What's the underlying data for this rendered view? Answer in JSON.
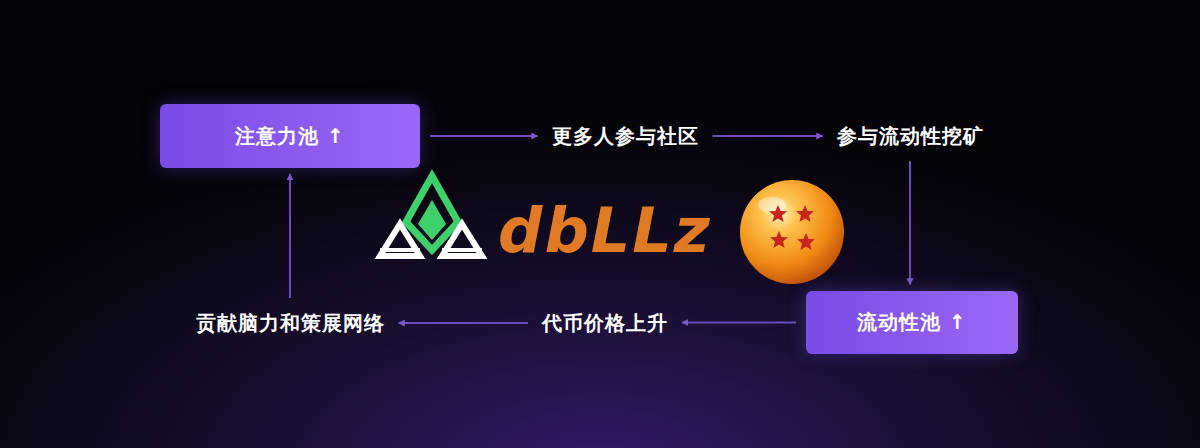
{
  "diagram": {
    "nodes": [
      {
        "text": [
          "注意力池 ↑"
        ]
      },
      {
        "text": [
          "更多人参与社区"
        ]
      },
      {
        "text": [
          "参与流动性挖矿"
        ]
      },
      {
        "text": [
          "流动性池 ↑"
        ]
      },
      {
        "text": [
          "代币价格上升"
        ]
      },
      {
        "text": [
          "贡献脑力和策展网络"
        ]
      }
    ],
    "edges": [
      {
        "from": 0,
        "to": 1,
        "arrow": "to"
      },
      {
        "from": 1,
        "to": 2,
        "arrow": "to"
      },
      {
        "from": 2,
        "to": 3,
        "arrow": "to"
      },
      {
        "from": 3,
        "to": 4,
        "arrow": "to"
      },
      {
        "from": 4,
        "to": 5,
        "arrow": "to"
      },
      {
        "from": 5,
        "to": 0,
        "arrow": "to"
      }
    ],
    "labels": [
      "dbLLz"
    ]
  }
}
